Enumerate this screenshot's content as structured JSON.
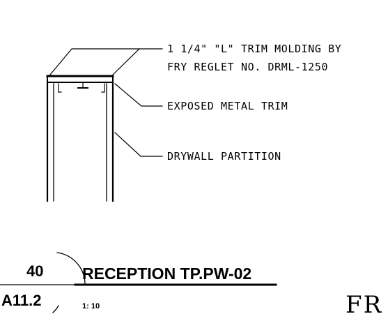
{
  "callouts": {
    "trim_molding_line1": "1 1/4\" \"L\" TRIM MOLDING BY",
    "trim_molding_line2": "FRY REGLET NO. DRML-1250",
    "exposed_metal_trim": "EXPOSED METAL TRIM",
    "drywall_partition": "DRYWALL PARTITION"
  },
  "title_block": {
    "detail_number": "40",
    "sheet_number": "A11.2",
    "title": "RECEPTION TP.PW-02",
    "scale": "1: 10"
  },
  "corner_logo_text": "FR"
}
